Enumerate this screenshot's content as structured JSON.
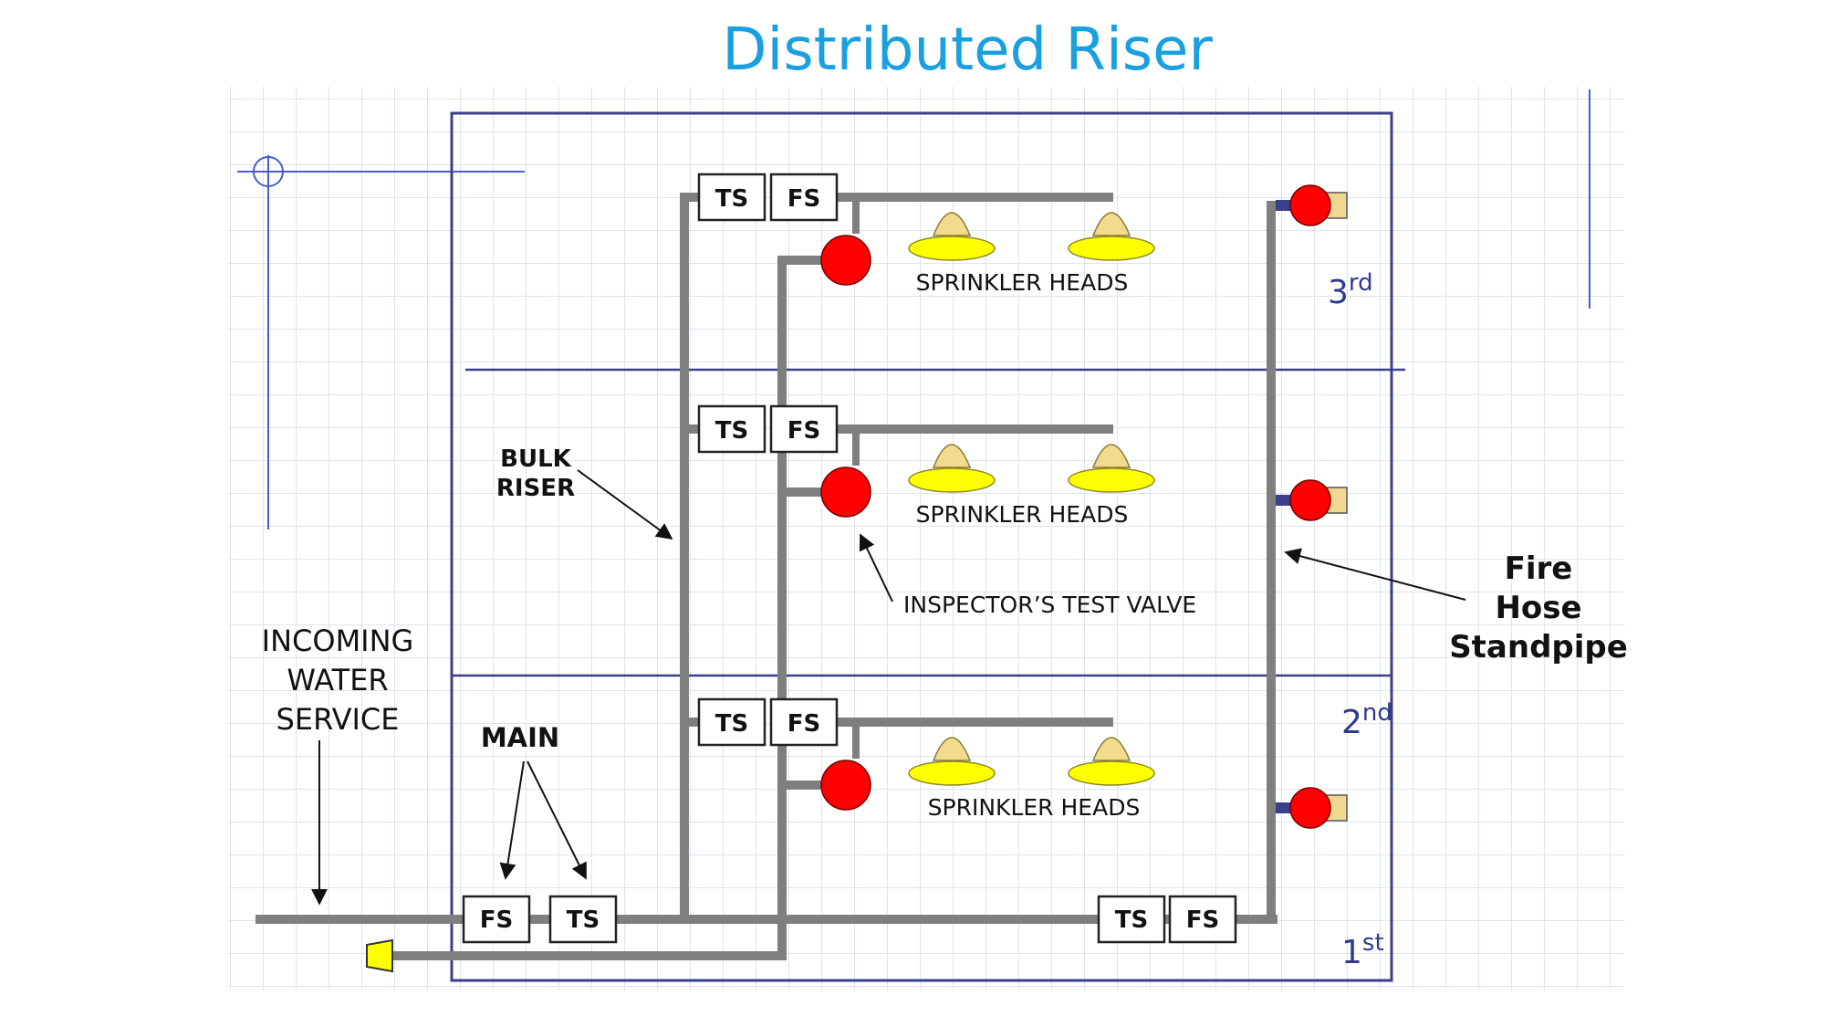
{
  "title": "Distributed Riser",
  "colors": {
    "title": "#1aa0e0",
    "pipe": "#7f7f7f",
    "border": "#3a3f8c",
    "grid": "#dde4ef",
    "valve": "#ff0000",
    "head_body": "#f0dc8c",
    "head_base": "#ffff00",
    "hose_cap": "#f0d890",
    "floor_label": "#2f3a8f"
  },
  "labels": {
    "sprinkler_heads": "SPRINKLER HEADS",
    "bulk_riser": [
      "BULK",
      "RISER"
    ],
    "inspector_test_valve": "INSPECTOR’S TEST VALVE",
    "incoming": [
      "INCOMING",
      "WATER",
      "SERVICE"
    ],
    "main": "MAIN",
    "fire_hose": [
      "Fire",
      "Hose",
      "Standpipe"
    ]
  },
  "boxes": {
    "ts": "TS",
    "fs": "FS"
  },
  "floors": [
    {
      "base": "3",
      "sup": "rd"
    },
    {
      "base": "2",
      "sup": "nd"
    },
    {
      "base": "1",
      "sup": "st"
    }
  ]
}
